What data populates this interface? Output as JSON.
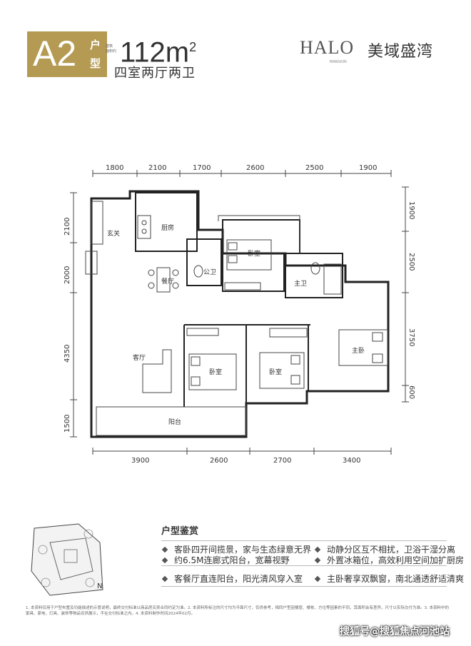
{
  "header": {
    "unit_code": "A2",
    "unit_suffix_1": "户",
    "unit_suffix_2": "型",
    "area_value": "112m",
    "area_exp": "2",
    "area_small_1": "建筑",
    "area_small_2": "面积约",
    "layout_desc": "四室两厅两卫"
  },
  "logo": {
    "en": "HALO",
    "sub": "MANSION",
    "cn": "美域盛湾"
  },
  "dimensions": {
    "top": [
      "1800",
      "2100",
      "1700",
      "2600",
      "2500",
      "1900"
    ],
    "bottom": [
      "3900",
      "2600",
      "2700",
      "3400"
    ],
    "left": [
      "2100",
      "2000",
      "4350",
      "1500"
    ],
    "right": [
      "1900",
      "2500",
      "3750",
      "600"
    ]
  },
  "rooms": {
    "entrance": "玄关",
    "kitchen": "厨房",
    "public_bath": "公卫",
    "bedroom_top": "卧室",
    "master_bath": "主卫",
    "dining": "餐厅",
    "living": "客厅",
    "bedroom_a": "卧室",
    "bedroom_b": "卧室",
    "master_bedroom": "主卧",
    "balcony": "阳台"
  },
  "features": {
    "title": "户型鉴赏",
    "items": [
      "客卧四开间揽景，家与生态绿意无界",
      "动静分区互不相扰，卫浴干湿分离",
      "约6.5M连廊式阳台，宽幕视野",
      "外置冰箱位，高效利用空间加扩厨房",
      "客餐厅直连阳台，阳光清风穿入室",
      "主卧奢享双飘窗，南北通透舒适清爽"
    ]
  },
  "compass": "N",
  "notes": "1. 本资料仅用于户型布置及功能描述的示意说明，最终交付标准以商品房买卖合同约定为准。2. 本资料所标注的尺寸均为平面尺寸，仅供参考，相同户型因楼层、楼栋、方位等因素的不同，其面积会有差异，尺寸以实际交付为准。3. 本资料中的家具、家电、灯具、装饰等物品仅供展示，不在交付标准之内。4. 本资料制作时间2024年02月。",
  "watermark": "搜狐号@搜狐焦点河池站",
  "colors": {
    "badge": "#b49a52",
    "walls": "#222222"
  }
}
